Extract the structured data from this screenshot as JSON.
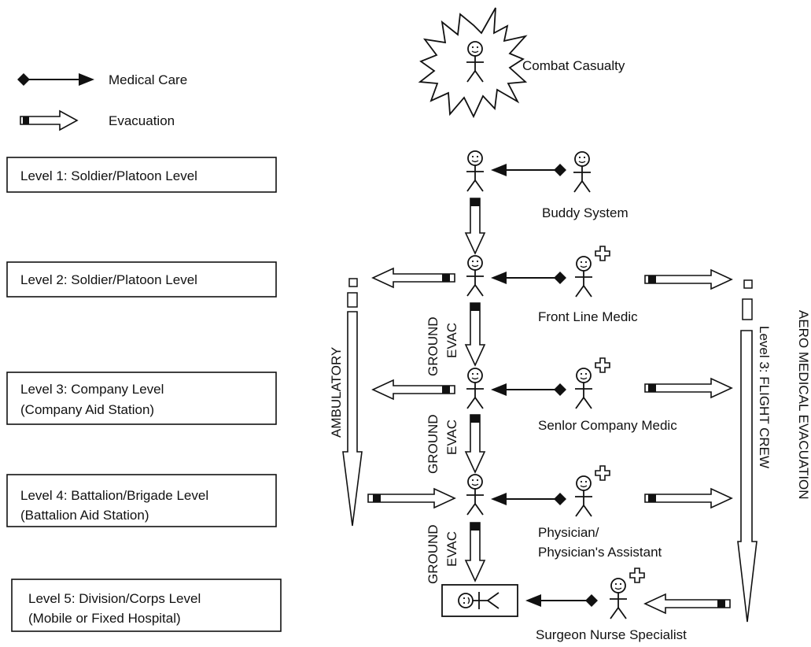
{
  "legend": {
    "medical_care": "Medical Care",
    "evacuation": "Evacuation"
  },
  "levels": [
    {
      "line1": "Level 1: Soldier/Platoon Level",
      "line2": ""
    },
    {
      "line1": "Level 2: Soldier/Platoon Level",
      "line2": ""
    },
    {
      "line1": "Level 3: Company Level",
      "line2": "(Company Aid Station)"
    },
    {
      "line1": "Level 4: Battalion/Brigade Level",
      "line2": "(Battalion Aid Station)"
    },
    {
      "line1": "Level 5: Division/Corps Level",
      "line2": "(Mobile or Fixed Hospital)"
    }
  ],
  "diagram": {
    "casualty": "Combat Casualty",
    "caregivers": {
      "buddy": "Buddy System",
      "front_line_medic": "Front Line Medic",
      "senior_medic": "Senlor Company Medic",
      "physician_line1": "Physician/",
      "physician_line2": "Physician's Assistant",
      "surgeon": "Surgeon Nurse Specialist"
    },
    "ground_evac_line1": "GROUND",
    "ground_evac_line2": "EVAC",
    "ambulatory": "AMBULATORY",
    "flight_crew": "Level 3: FLIGHT CREW",
    "aero": "AERO MEDICAL EVACUATION"
  },
  "colors": {
    "ink": "#111111",
    "background": "#ffffff"
  },
  "icons": [
    "stick-figure-icon",
    "medic-cross-icon",
    "diamond-arrow-icon",
    "hollow-arrow-icon",
    "starburst-icon",
    "stretcher-icon"
  ]
}
